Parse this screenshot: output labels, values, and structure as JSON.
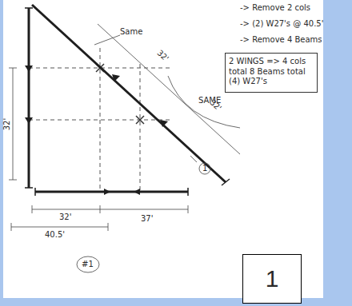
{
  "diagram": {
    "nodes": [
      {
        "text": [
          "2 WINGS => 4 cols total 8 Beams total (4) W27's"
        ]
      },
      {
        "text": [
          "1"
        ]
      }
    ],
    "labels": [
      "-> Remove 2 cols",
      "-> (2) W27's @ 40.5'",
      "-> Remove 4 Beams",
      "SAME",
      "Same",
      "32'",
      "32'",
      "32'",
      "32'",
      "37'",
      "40.5'",
      "1",
      "#1"
    ]
  }
}
